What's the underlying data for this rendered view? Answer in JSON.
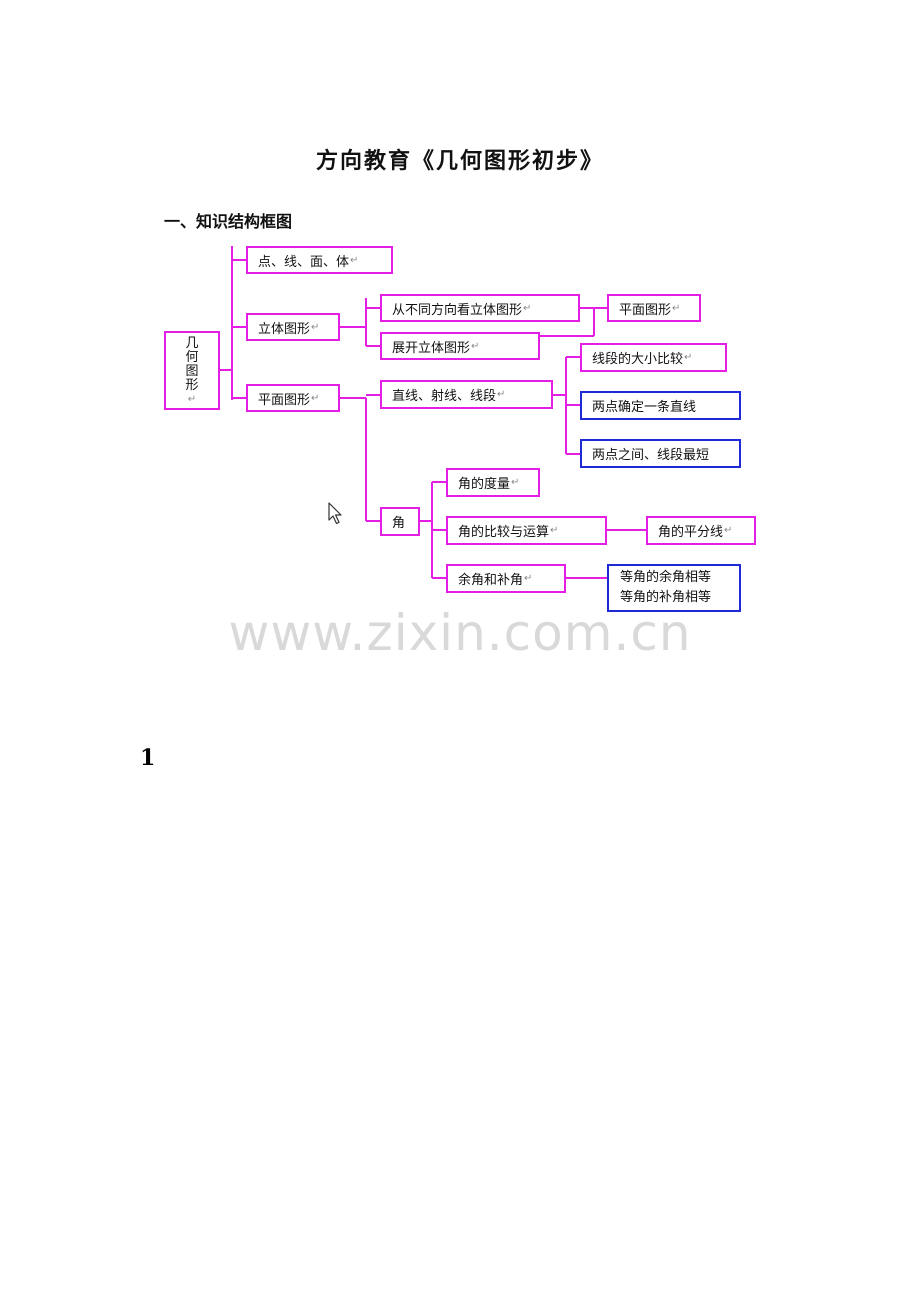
{
  "title": "方向教育《几何图形初步》",
  "section_heading": "一、知识结构框图",
  "diagram": {
    "root": [
      "几",
      "何",
      "图",
      "形"
    ],
    "points": "点、线、面、体",
    "solid": "立体图形",
    "solid_view": "从不同方向看立体图形",
    "plane_result": "平面图形",
    "unfold": "展开立体图形",
    "plane": "平面图形",
    "lines": "直线、射线、线段",
    "segment_compare": "线段的大小比较",
    "two_points_line": "两点确定一条直线",
    "shortest": "两点之间、线段最短",
    "angle": "角",
    "angle_measure": "角的度量",
    "angle_compare": "角的比较与运算",
    "bisector": "角的平分线",
    "comp_supp": "余角和补角",
    "equal_comp": "等角的余角相等",
    "equal_supp": "等角的补角相等"
  },
  "return_mark": "↵",
  "page_number": "1",
  "watermark": "www.zixin.com.cn",
  "colors": {
    "magenta": "#e51ee5",
    "blue": "#1f2ad6"
  }
}
